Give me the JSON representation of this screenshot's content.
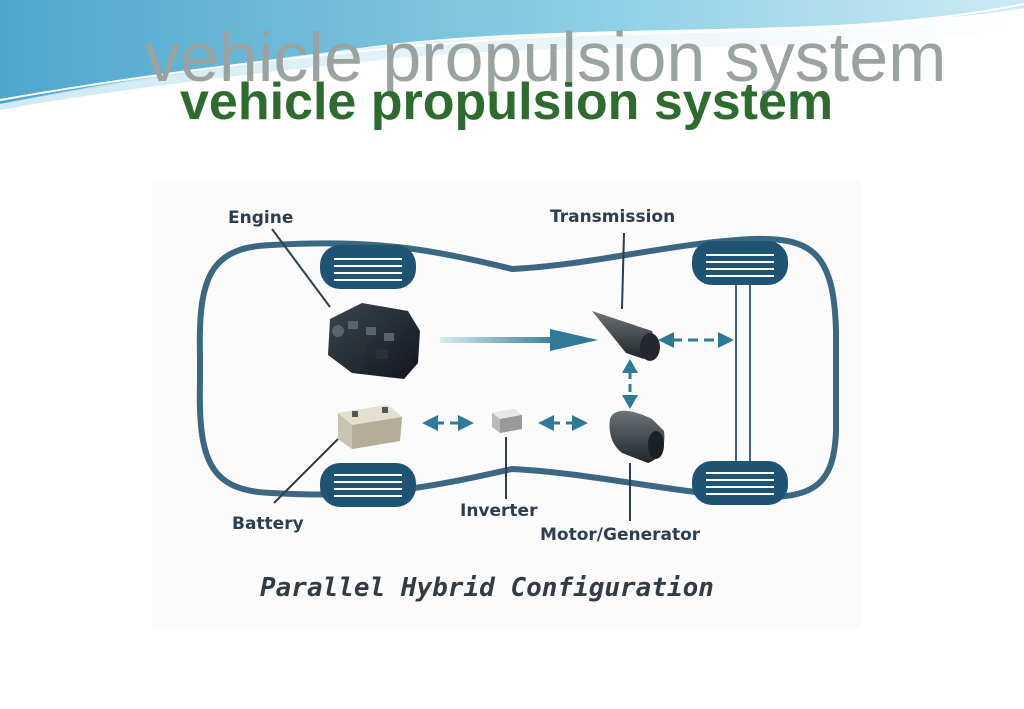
{
  "slide": {
    "title": "vehicle propulsion system",
    "title_shadow": "vehicle propulsion system"
  },
  "diagram": {
    "caption": "Parallel Hybrid Configuration",
    "labels": {
      "engine": "Engine",
      "transmission": "Transmission",
      "battery": "Battery",
      "inverter": "Inverter",
      "motor_generator": "Motor/Generator"
    }
  },
  "colors": {
    "title_green": "#2e6b2e",
    "title_shadow": "#9aa3a0",
    "outline_blue": "#3b6782",
    "arrow_blue": "#2f7a99",
    "swoosh_blue": "#6fbad8"
  }
}
